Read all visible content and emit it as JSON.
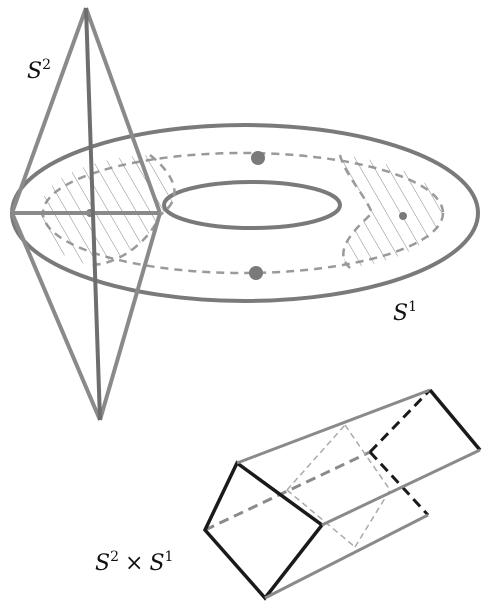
{
  "labels": {
    "sphere": {
      "base": "S",
      "exp": "2"
    },
    "circle": {
      "base": "S",
      "exp": "1"
    },
    "product": {
      "left_base": "S",
      "left_exp": "2",
      "op": "×",
      "right_base": "S",
      "right_exp": "1"
    }
  },
  "colors": {
    "gray_stroke": "#8a8a8a",
    "dark_gray_stroke": "#6e6e6e",
    "black_stroke": "#1a1a1a",
    "dashed_gray": "#9a9a9a",
    "dot": "#7a7a7a",
    "background": "#ffffff"
  }
}
